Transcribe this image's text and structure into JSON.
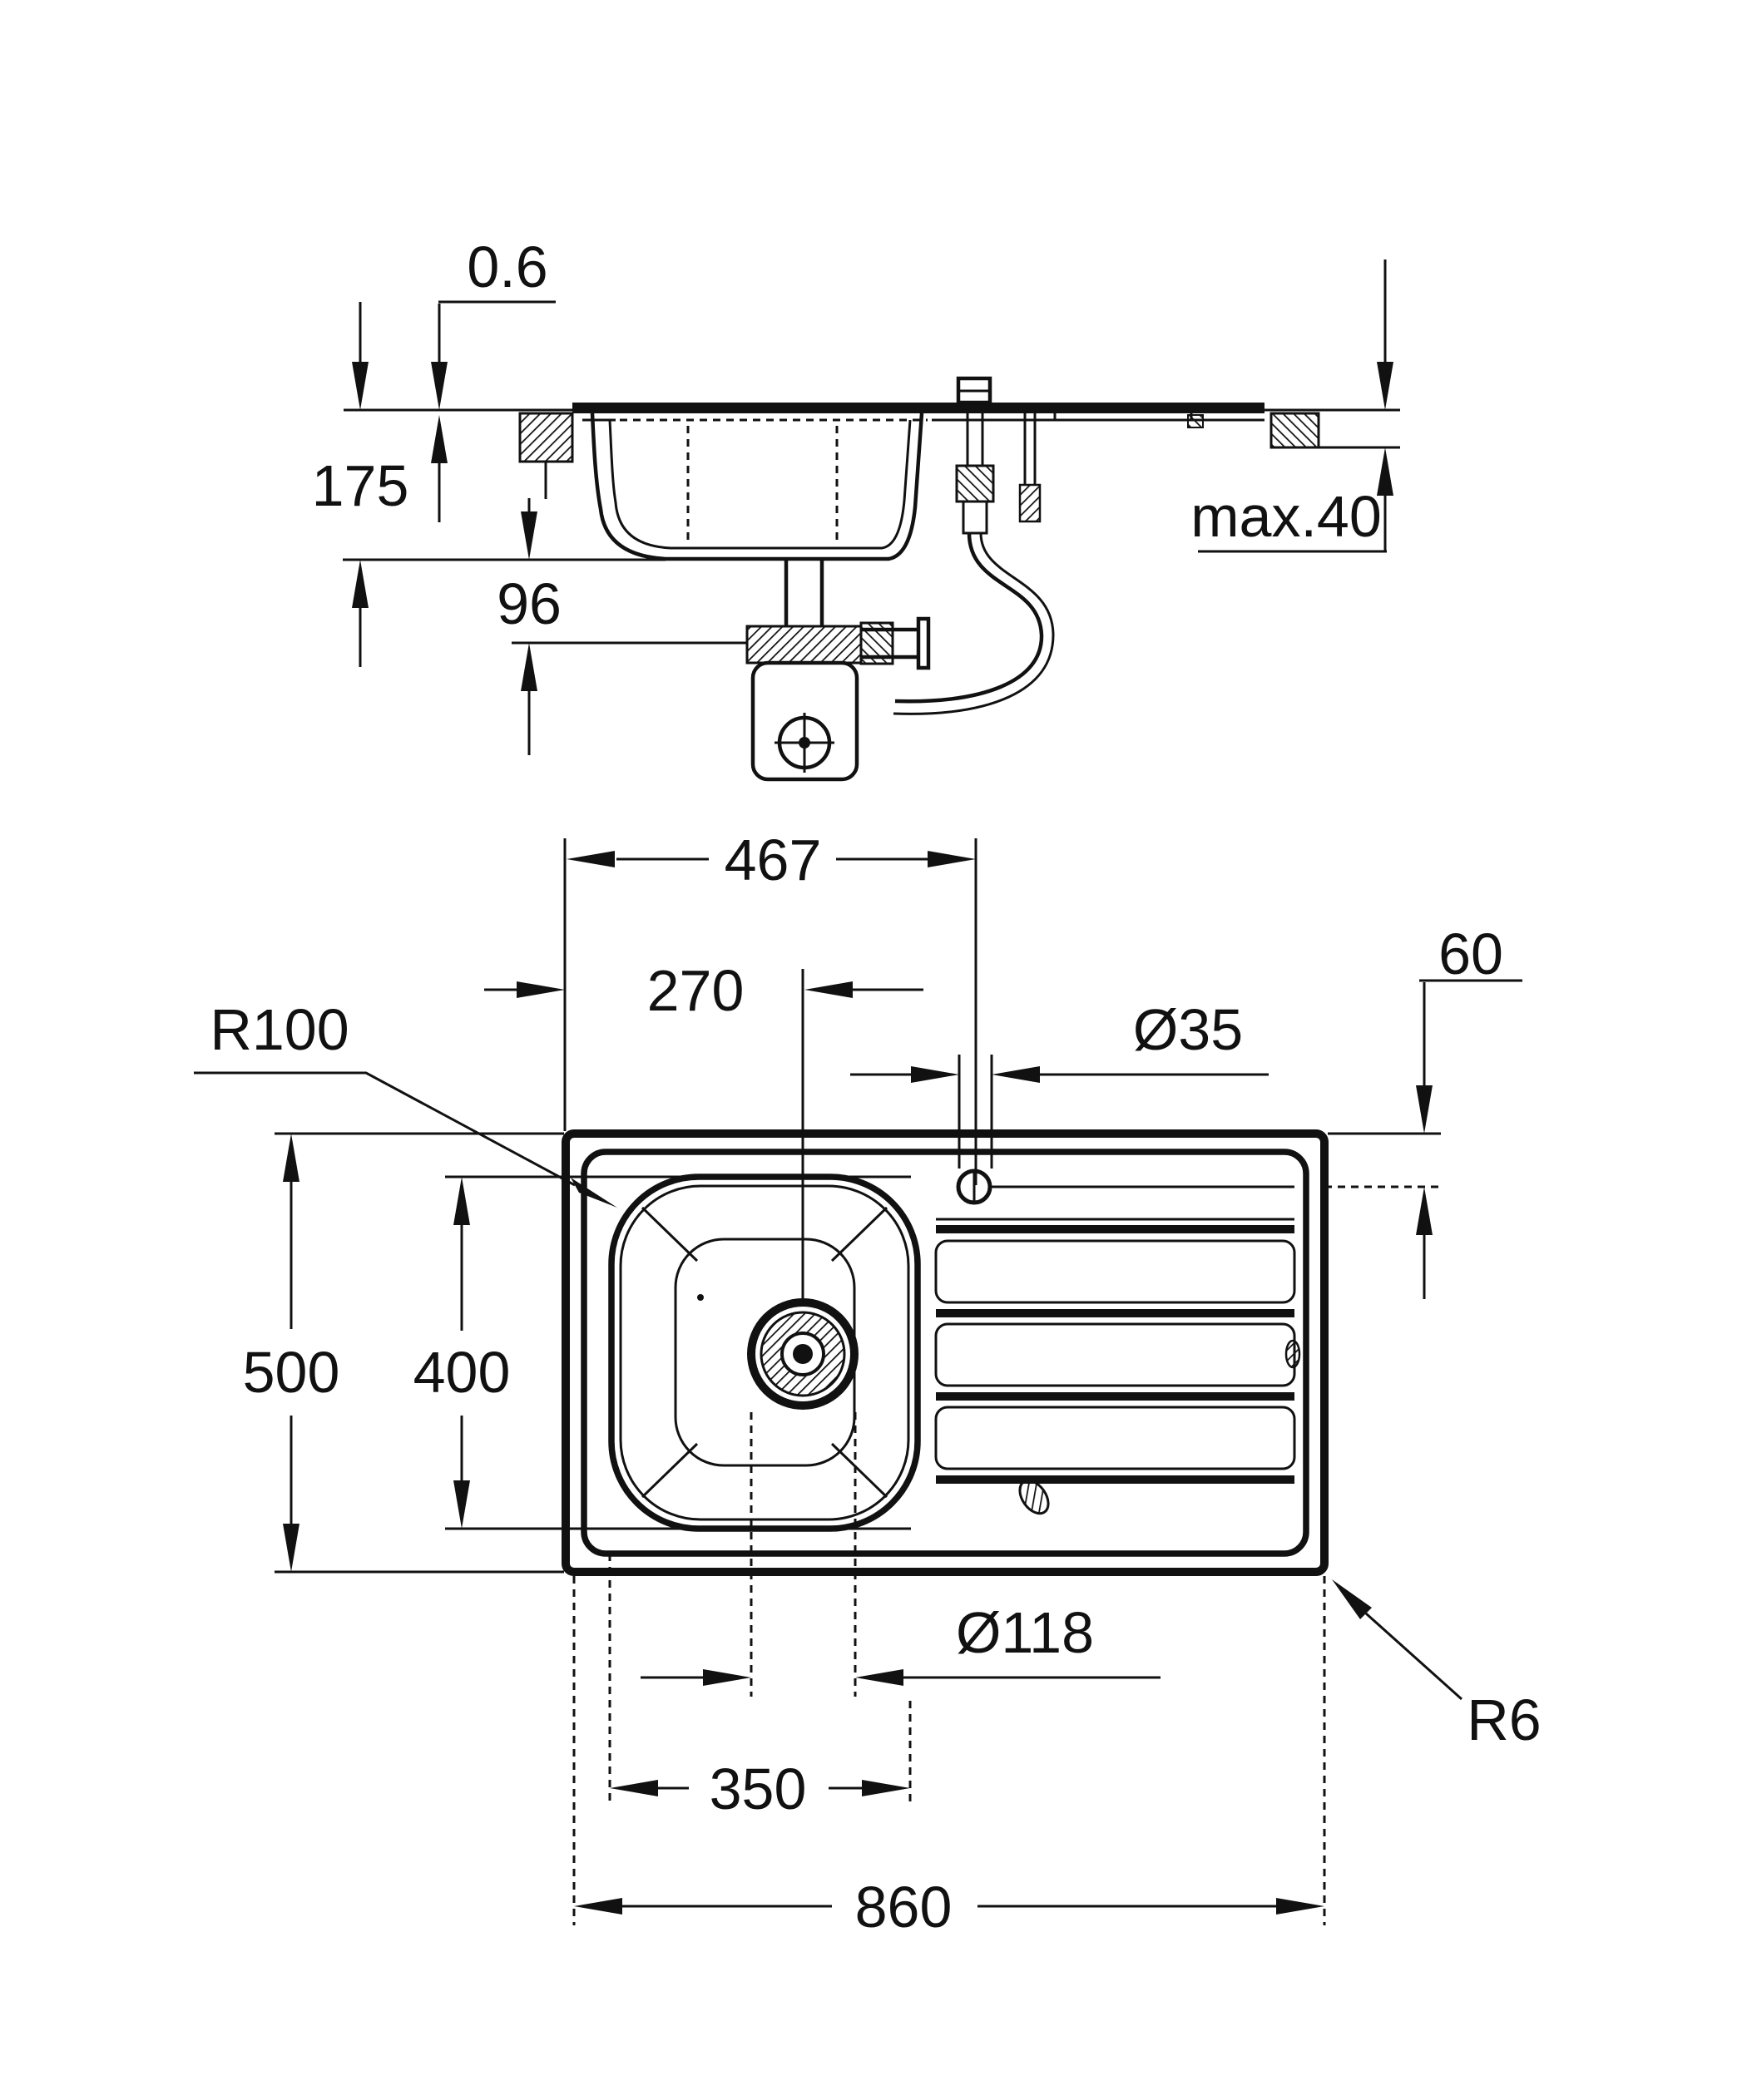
{
  "drawing": {
    "kind": "sink-installation-technical-drawing",
    "background_color": "#ffffff",
    "line_color": "#111111",
    "views": {
      "section_view": "side section of sink in worktop",
      "plan_view": "top view of sink with drainer"
    },
    "dimensions": {
      "sheet_thickness": "0.6",
      "bowl_depth": "175",
      "drain_height": "96",
      "worktop_thickness": "max.40",
      "faucet_from_left": "467",
      "drain_from_left": "270",
      "faucet_hole_diameter": "Ø35",
      "faucet_from_top": "60",
      "bowl_corner_radius": "R100",
      "overall_depth": "500",
      "bowl_length": "400",
      "drain_hole_diameter": "Ø118",
      "bowl_width": "350",
      "overall_width": "860",
      "outer_corner_radius": "R6"
    }
  }
}
